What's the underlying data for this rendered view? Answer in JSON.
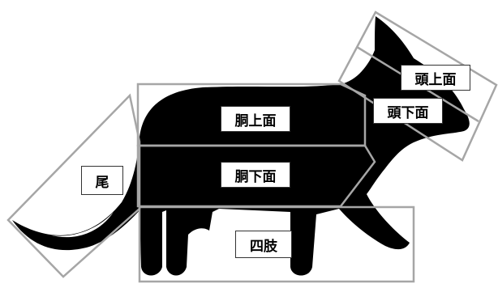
{
  "diagram": {
    "labels": {
      "body_upper": "胴上面",
      "body_lower": "胴下面",
      "head_upper": "頭上面",
      "head_lower": "頭下面",
      "tail": "尾",
      "limbs": "四肢"
    },
    "colors": {
      "silhouette": "#000000",
      "region_box": "#a6a6a6",
      "label_border": "#333333",
      "background": "#ffffff"
    }
  }
}
